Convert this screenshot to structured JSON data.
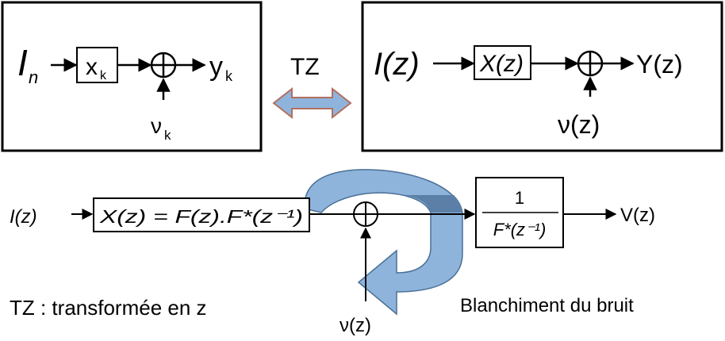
{
  "colors": {
    "stroke": "#000000",
    "arrow_fill": "#8fb4dc",
    "arrow_stroke": "#4a6f95",
    "curve_dark": "#5b7fa6"
  },
  "left_box": {
    "input": "I",
    "input_sub": "n",
    "block": "x",
    "block_sub": "k",
    "output": "y",
    "output_sub": "k",
    "noise": "ν",
    "noise_sub": "k"
  },
  "tz_label": "TZ",
  "double_arrow_icon": "double-arrow-icon",
  "right_box": {
    "input": "I(z)",
    "block": "X(z)",
    "output": "Y(z)",
    "noise": "ν(z)"
  },
  "bottom": {
    "input": "I(z)",
    "block": "X(z) = F(z).F*(z⁻¹)",
    "filter_num": "1",
    "filter_den": "F*(z⁻¹)",
    "output": "V(z)",
    "noise": "ν(z)",
    "caption_whitening": "Blanchiment du bruit"
  },
  "legend": "TZ : transformée en z"
}
